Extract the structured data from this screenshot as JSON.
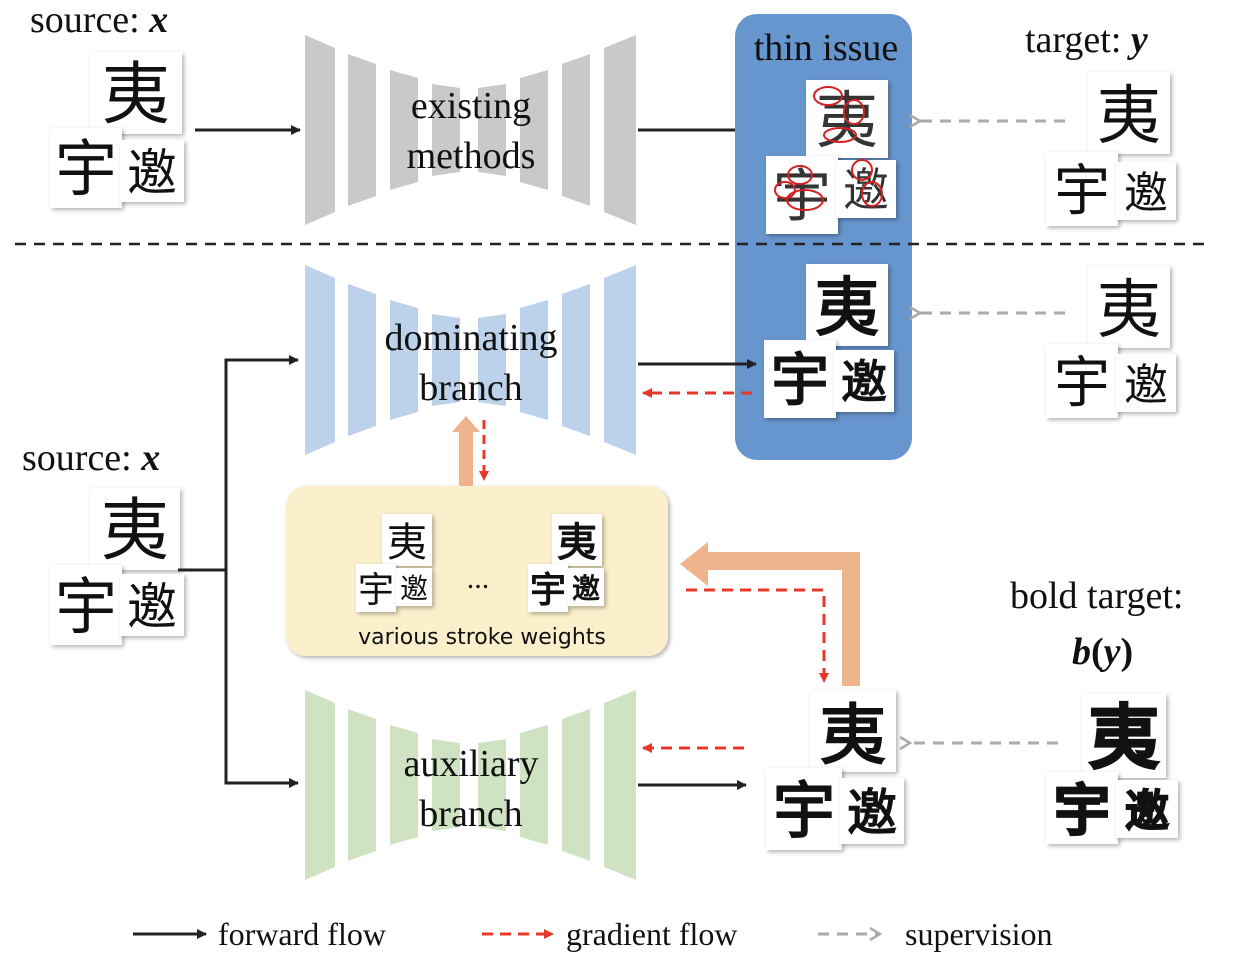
{
  "labels": {
    "source_top_prefix": "source: ",
    "source_top_var": "x",
    "existing_1": "existing",
    "existing_2": "methods",
    "thin_issue": "thin issue",
    "target_prefix": "target: ",
    "target_var": "y",
    "source_mid_prefix": "source: ",
    "source_mid_var": "x",
    "dominating_1": "dominating",
    "dominating_2": "branch",
    "weights_caption": "various stroke weights",
    "ellipsis": "...",
    "bold_target_1": "bold target:",
    "bold_target_2_b": "b",
    "bold_target_2_paren_open": "(",
    "bold_target_2_y": "y",
    "bold_target_2_paren_close": ")",
    "auxiliary_1": "auxiliary",
    "auxiliary_2": "branch"
  },
  "characters": {
    "top": "夷",
    "bottom_left": "宇",
    "bottom_right": "邀"
  },
  "legend": {
    "forward": "forward flow",
    "gradient": "gradient flow",
    "supervision": "supervision"
  },
  "colors": {
    "existing_block": "#c9c9c9",
    "dominating_block": "#bcd2ea",
    "auxiliary_block": "#cfe3c3",
    "thin_issue_panel": "#6795cd",
    "weights_box": "#fbf0cb",
    "forward_arrow": "#222222",
    "gradient_arrow": "#e8382c",
    "supervision_arrow": "#aaaaaa",
    "feedback_arrow": "#eeb48b",
    "issue_circle": "#d62020"
  }
}
